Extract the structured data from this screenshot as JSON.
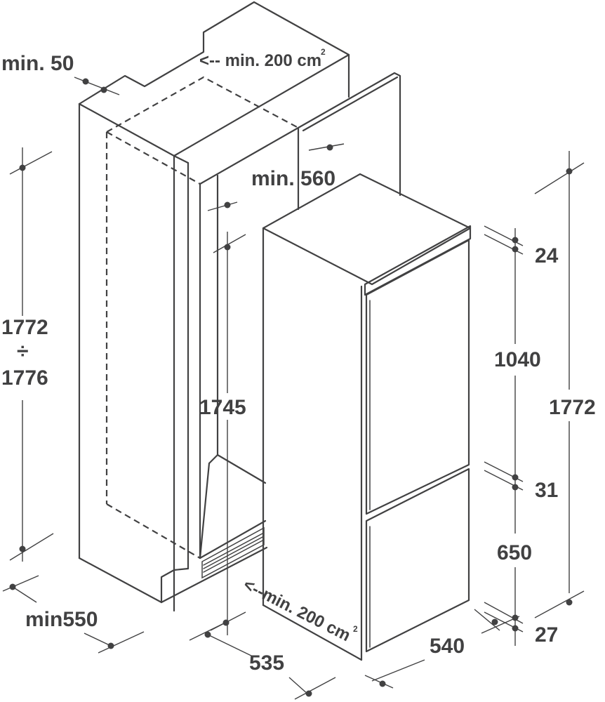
{
  "labels": {
    "niche_depth_top": "min. 50",
    "vent_top": "<-- min. 200 cm",
    "vent_top_exp": "2",
    "niche_width": "min. 560",
    "niche_height_a": "1772",
    "niche_height_sep": "÷",
    "niche_height_b": "1776",
    "interior_height": "1745",
    "niche_depth_bottom": "min550",
    "vent_bottom": "<--min. 200 cm",
    "vent_bottom_exp": "2",
    "appliance_depth": "535",
    "appliance_width": "540",
    "top_gap": "24",
    "upper_door": "1040",
    "middle_gap": "31",
    "lower_door": "650",
    "bottom_gap": "27",
    "total_height": "1772"
  }
}
